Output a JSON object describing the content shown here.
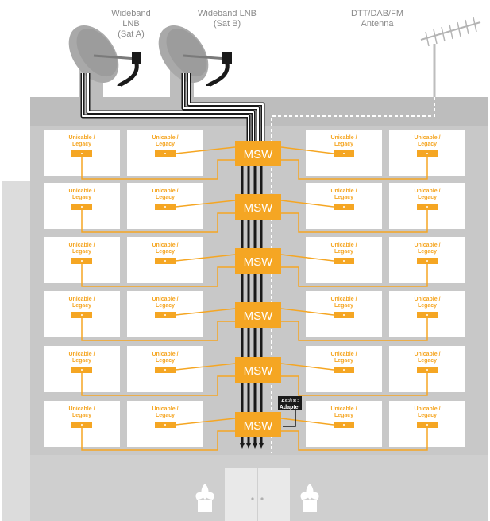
{
  "labels": {
    "lnb_a": "Wideband LNB\n(Sat A)",
    "lnb_b": "Wideband LNB\n(Sat B)",
    "antenna": "DTT/DAB/FM\nAntenna",
    "unit_label_line1": "Unicable /",
    "unit_label_line2": "Legacy",
    "switch_label": "MSW",
    "adapter_line1": "AC/DC",
    "adapter_line2": "Adapter"
  },
  "floors": 6,
  "units_per_side": 2,
  "colors": {
    "accent": "#f5a623",
    "building": "#c8c8c8",
    "building_dark": "#b4b4b4",
    "text": "#8a8a8a",
    "adapter": "#1a1a1a"
  }
}
